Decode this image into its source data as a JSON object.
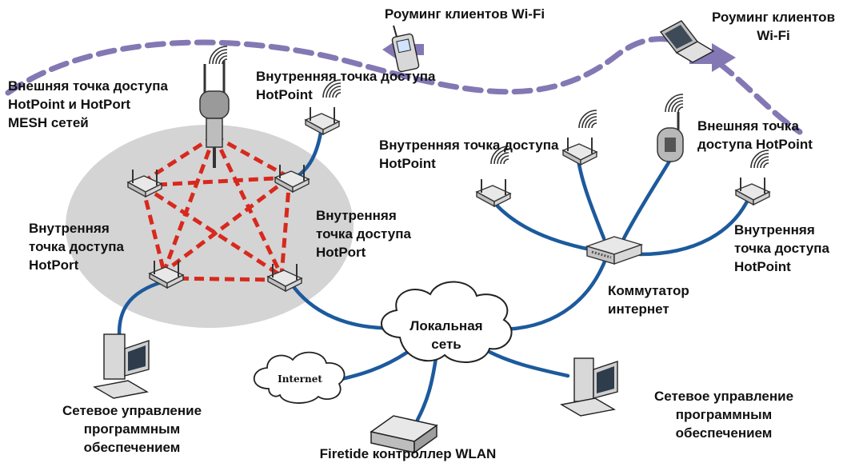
{
  "labels": {
    "roaming_phone": "Роуминг клиентов Wi-Fi",
    "roaming_laptop": "Роуминг клиентов\nWi-Fi",
    "outdoor_mesh_ap": "Внешняя точка доступа\nHotPoint и HotPort\nMESH сетей",
    "indoor_hotpoint_top": "Внутренняя точка доступа\nHotPoint",
    "indoor_hotpoint_mid": "Внутренняя точка доступа\nHotPoint",
    "outdoor_hotpoint": "Внешняя точка\nдоступа HotPoint",
    "indoor_hotport_left": "Внутренняя\nточка доступа\nHotPort",
    "indoor_hotport_right": "Внутренняя\nточка доступа\nHotPort",
    "indoor_hotpoint_right": "Внутренняя\nточка доступа\nHotPoint",
    "switch": "Коммутатор\nинтернет",
    "lan": "Локальная\nсеть",
    "internet": "Internet",
    "mgmt_left": "Сетевое управление\nпрограммным\nобеспечением",
    "mgmt_right": "Сетевое управление\nпрограммным\nобеспечением",
    "controller": "Firetide контроллер WLAN"
  },
  "colors": {
    "cable": "#1c5a9c",
    "mesh_link": "#d8291d",
    "roaming_path": "#8478b4",
    "mesh_area": "#d4d4d4",
    "device": "#e8e8e8"
  }
}
